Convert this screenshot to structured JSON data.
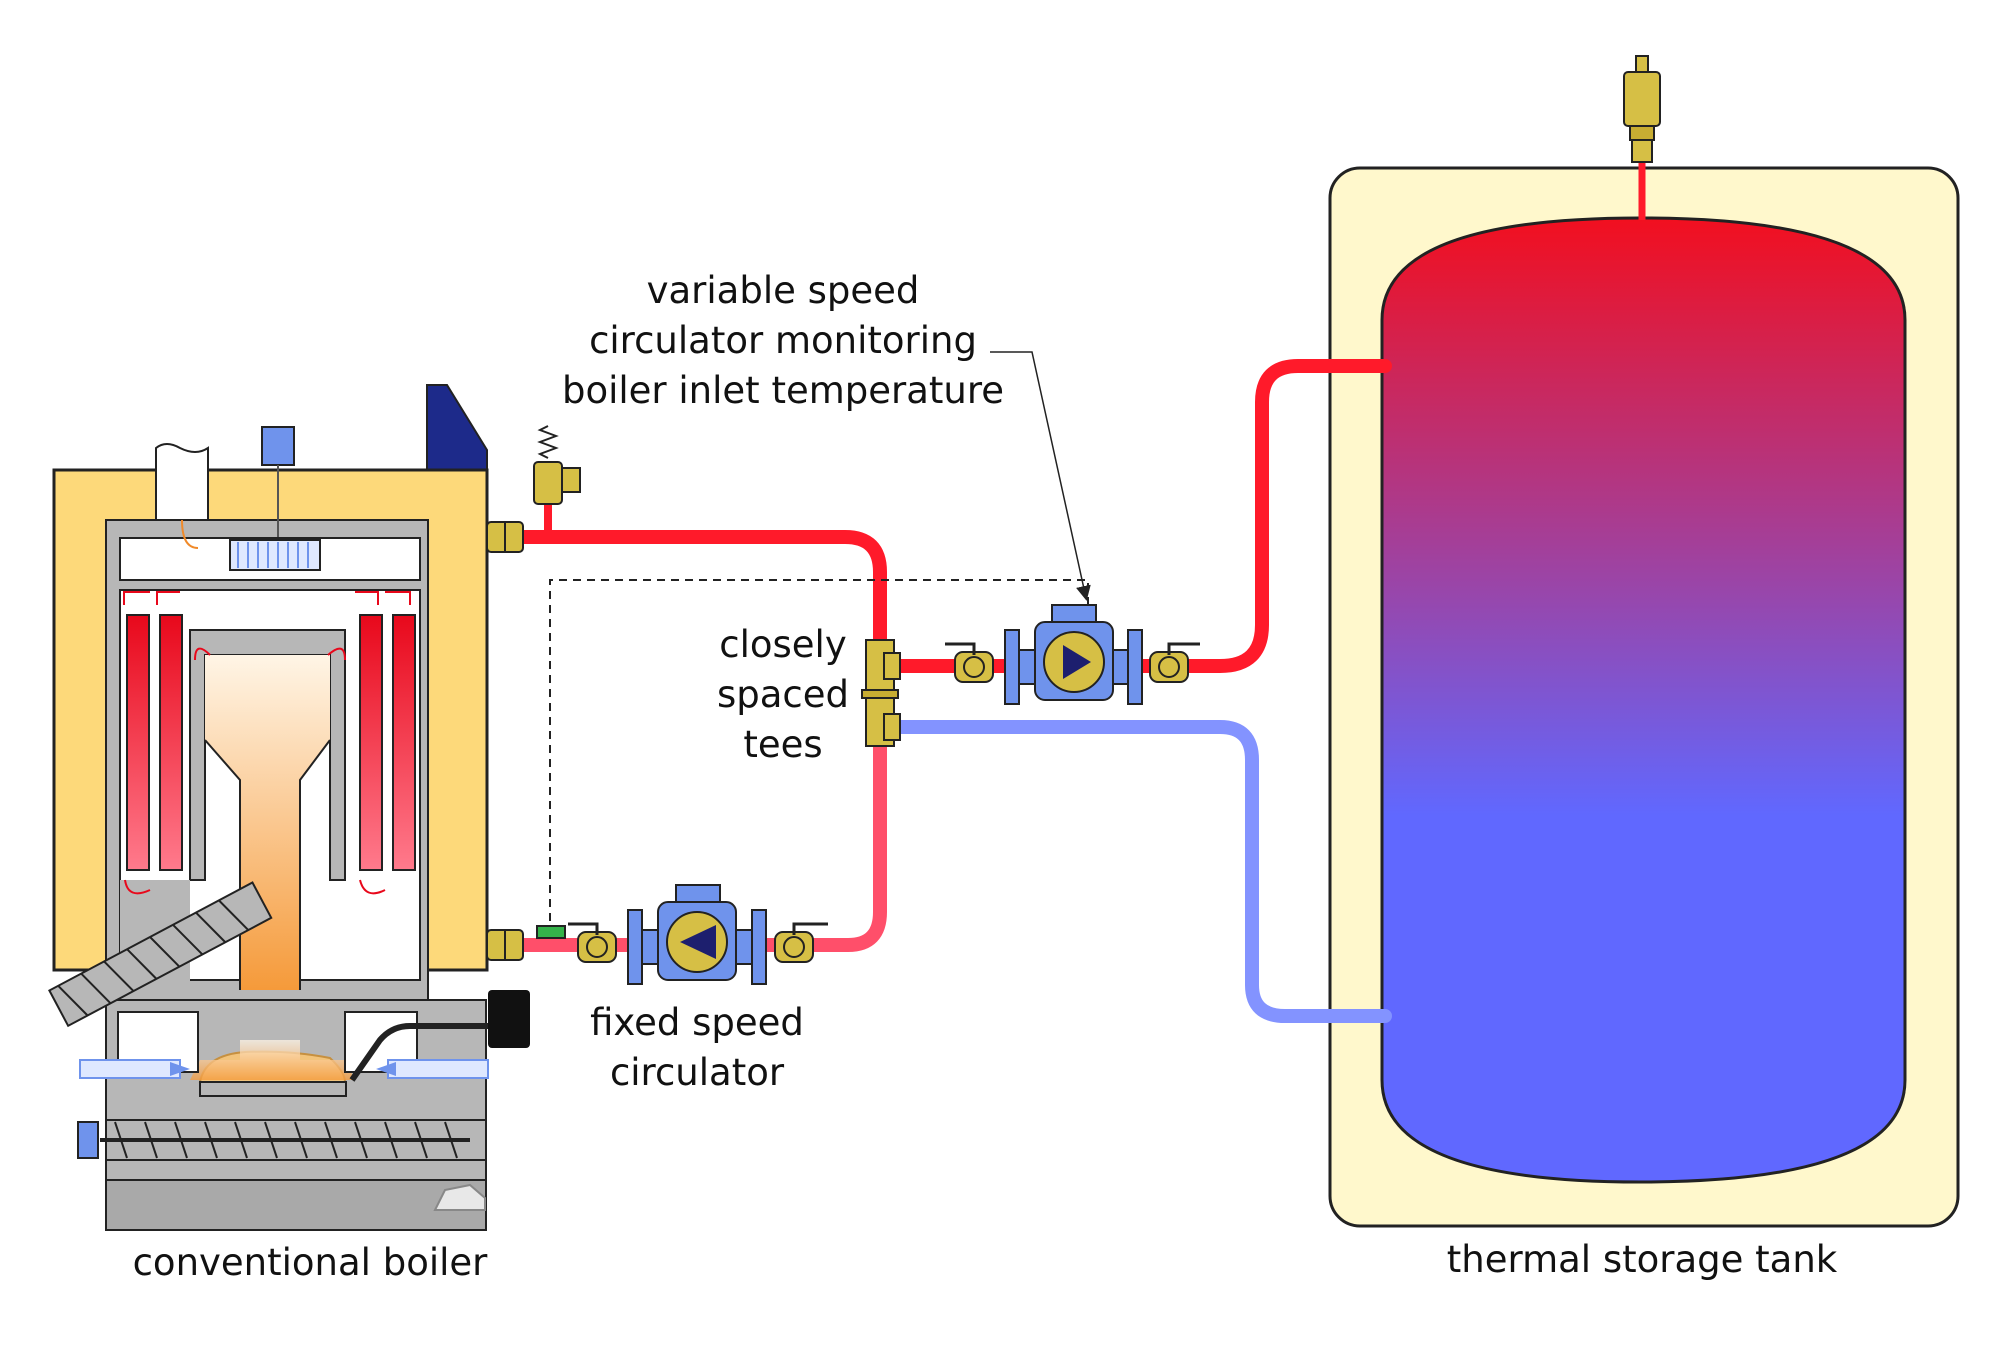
{
  "labels": {
    "variable_speed_line1": "variable speed",
    "variable_speed_line2": "circulator monitoring",
    "variable_speed_line3": "boiler inlet temperature",
    "closely_line1": "closely",
    "closely_line2": "spaced",
    "closely_line3": "tees",
    "fixed_line1": "fixed speed",
    "fixed_line2": "circulator",
    "boiler": "conventional boiler",
    "tank": "thermal storage tank"
  },
  "colors": {
    "hot_pipe": "#ff1a2a",
    "warm_pipe": "#ff4f6a",
    "cool_pipe": "#8393ff",
    "tank_hot": "#f20f1f",
    "tank_mid": "#9a45a8",
    "tank_cold": "#6068ff",
    "tank_jacket": "#fff8cc",
    "boiler_jacket": "#fdd97a",
    "boiler_body": "#b7b7b7",
    "brass": "#d6bf45",
    "pump_blue": "#6f93ec",
    "sensor_green": "#34b34a",
    "flame_orange": "#f59a3a"
  },
  "icons": {
    "air_vent": "air-vent-icon",
    "relief_valve": "pressure-relief-valve-icon",
    "pump": "circulator-pump-icon",
    "ball_valve": "ball-valve-icon"
  }
}
